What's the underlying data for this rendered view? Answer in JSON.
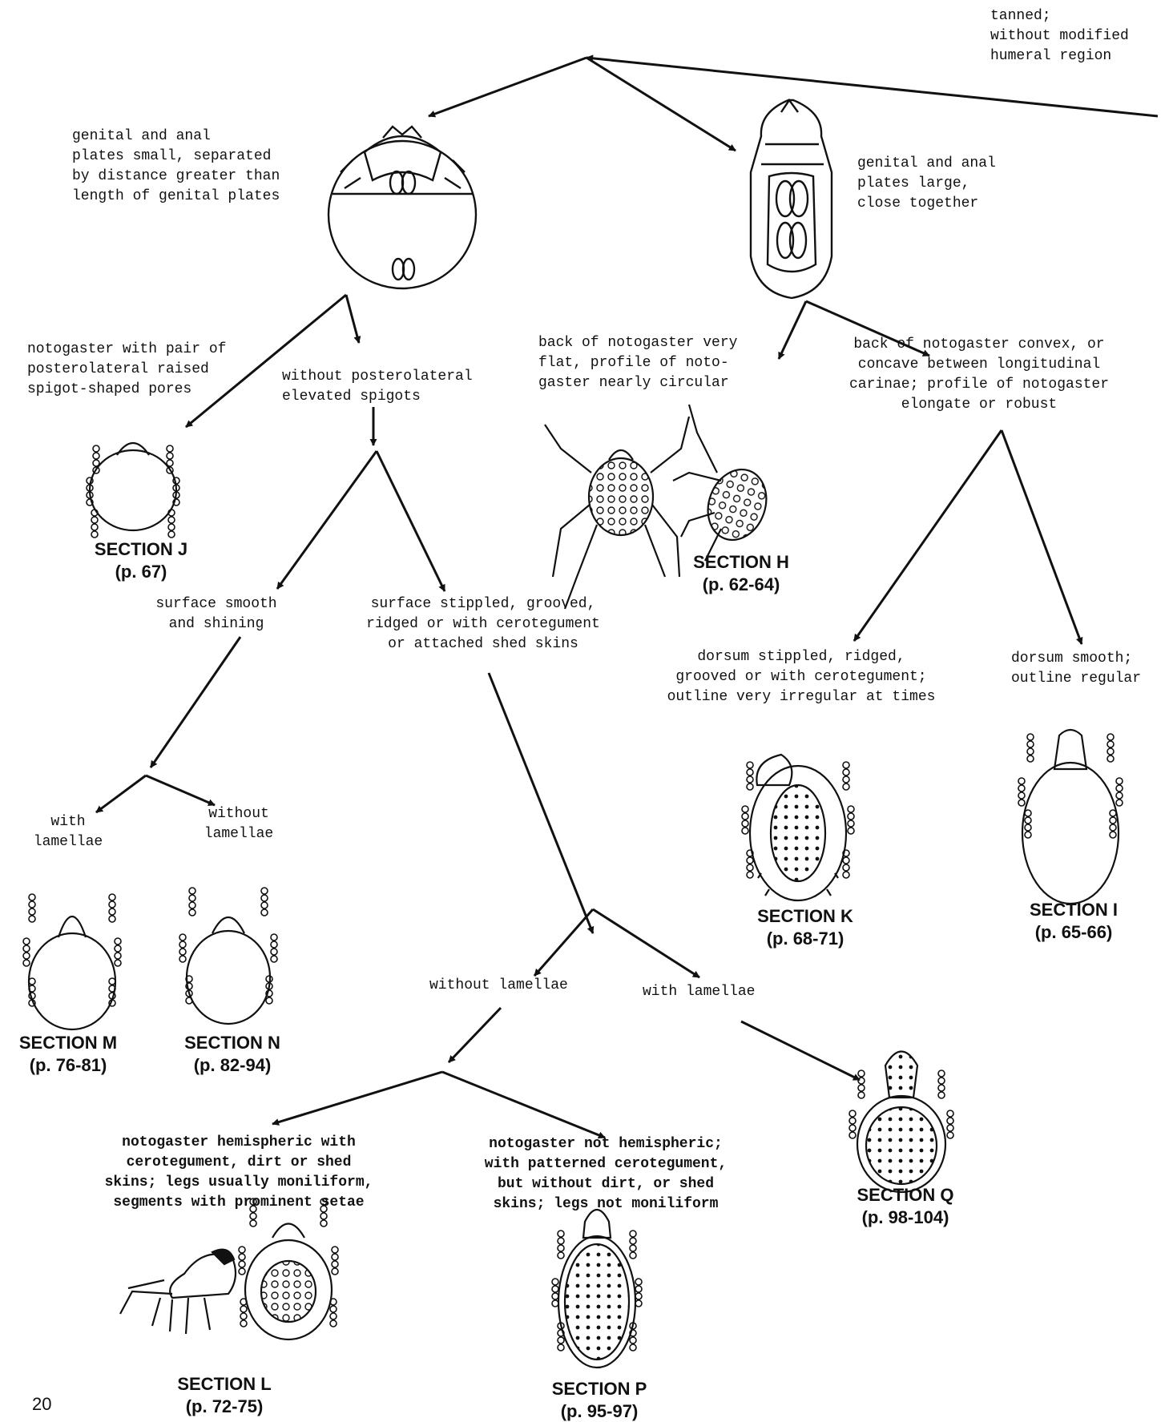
{
  "page_number": "20",
  "colors": {
    "ink": "#111111",
    "paper": "#ffffff"
  },
  "labels": {
    "tanned": "tanned;\nwithout modified\nhumeral region",
    "plates_small": "genital and anal\nplates small, separated\nby distance greater than\nlength of genital plates",
    "plates_large": "genital and anal\nplates large,\nclose together",
    "spigot_pores": "notogaster with pair of\nposterolateral raised\nspigot-shaped pores",
    "no_spigots": "without posterolateral\nelevated spigots",
    "back_flat": "back of notogaster very\nflat, profile of noto-\ngaster nearly circular",
    "back_convex": "back of notogaster convex, or\nconcave between longitudinal\ncarinae; profile of notogaster\nelongate or robust",
    "surface_smooth": "surface smooth\nand shining",
    "surface_stippled": "surface stippled, grooved,\nridged or with cerotegument\nor attached shed skins",
    "dorsum_stippled": "dorsum stippled, ridged,\ngrooved or with cerotegument;\noutline very irregular at times",
    "dorsum_smooth": "dorsum smooth;\noutline regular",
    "with_lamellae_left": "with\nlamellae",
    "without_lamellae_left": "without\nlamellae",
    "without_lamellae_right": "without lamellae",
    "with_lamellae_right": "with lamellae",
    "hemispheric": "notogaster hemispheric with\ncerotegument, dirt or shed\nskins; legs usually moniliform,\nsegments with prominent setae",
    "not_hemispheric": "notogaster not hemispheric;\nwith patterned cerotegument,\nbut without dirt, or shed\nskins; legs not moniliform"
  },
  "sections": {
    "J": {
      "name": "SECTION J",
      "pages": "(p. 67)"
    },
    "H": {
      "name": "SECTION H",
      "pages": "(p. 62-64)"
    },
    "K": {
      "name": "SECTION K",
      "pages": "(p. 68-71)"
    },
    "I": {
      "name": "SECTION I",
      "pages": "(p. 65-66)"
    },
    "M": {
      "name": "SECTION M",
      "pages": "(p. 76-81)"
    },
    "N": {
      "name": "SECTION N",
      "pages": "(p. 82-94)"
    },
    "Q": {
      "name": "SECTION Q",
      "pages": "(p. 98-104)"
    },
    "L": {
      "name": "SECTION L",
      "pages": "(p. 72-75)"
    },
    "P": {
      "name": "SECTION P",
      "pages": "(p. 95-97)"
    }
  }
}
